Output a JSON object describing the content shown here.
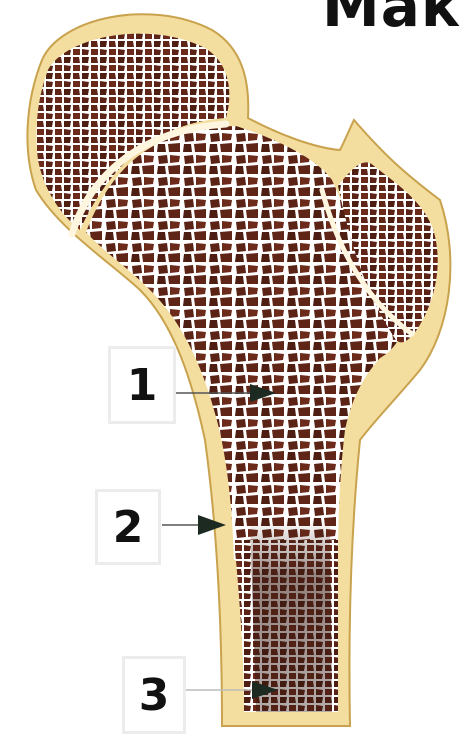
{
  "header": {
    "title_fragment": "Мак"
  },
  "labels": [
    {
      "id": "1",
      "text": "1"
    },
    {
      "id": "2",
      "text": "2"
    },
    {
      "id": "3",
      "text": "3"
    }
  ],
  "colors": {
    "cortex": "#f3dea0",
    "cortex_outline": "#c9a24e",
    "spongy_background": "#5a2316",
    "trabeculae": "#ffffff",
    "label_text": "#111111"
  }
}
